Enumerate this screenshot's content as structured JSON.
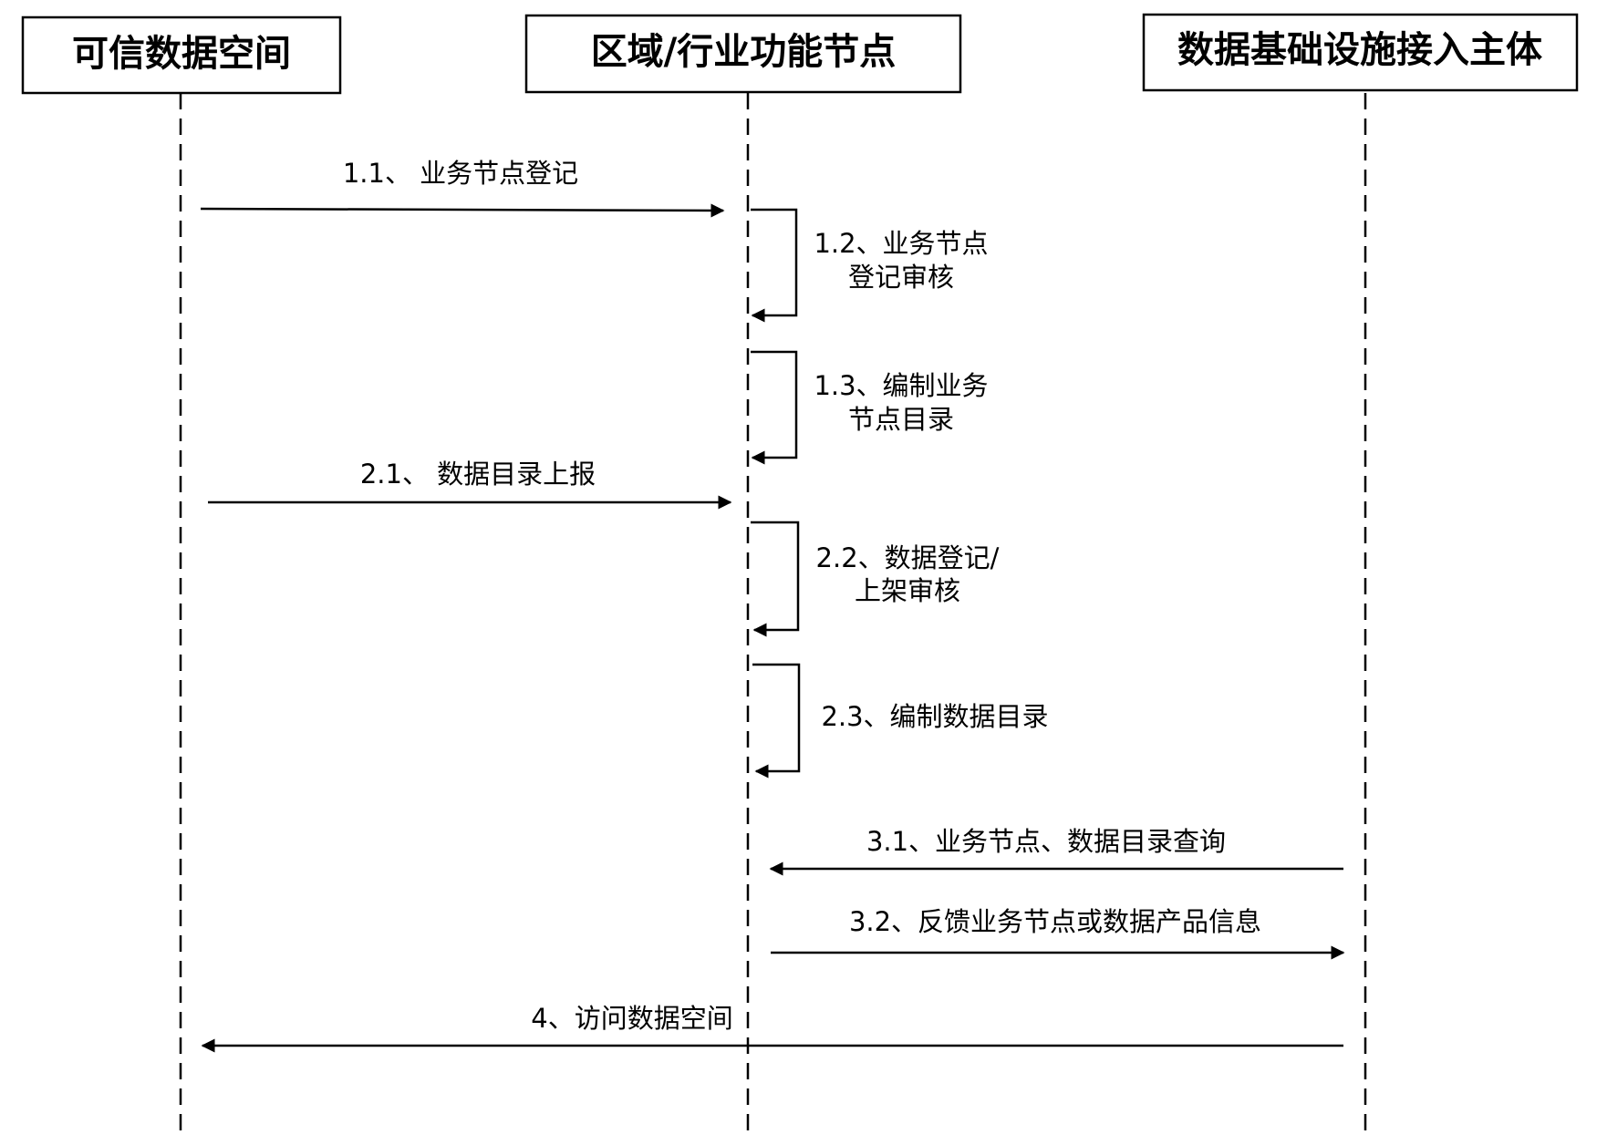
{
  "actors": [
    {
      "id": "a1",
      "label": "可信数据空间"
    },
    {
      "id": "a2",
      "label": "区域/行业功能节点"
    },
    {
      "id": "a3",
      "label": "数据基础设施接入主体"
    }
  ],
  "messages": [
    {
      "id": "m11",
      "lines": [
        "1.1、 业务节点登记"
      ]
    },
    {
      "id": "m12",
      "lines": [
        "1.2、业务节点",
        "登记审核"
      ]
    },
    {
      "id": "m13",
      "lines": [
        "1.3、编制业务",
        "节点目录"
      ]
    },
    {
      "id": "m21",
      "lines": [
        "2.1、 数据目录上报"
      ]
    },
    {
      "id": "m22",
      "lines": [
        "2.2、数据登记/",
        "上架审核"
      ]
    },
    {
      "id": "m23",
      "lines": [
        "2.3、编制数据目录"
      ]
    },
    {
      "id": "m31",
      "lines": [
        "3.1、业务节点、数据目录查询"
      ]
    },
    {
      "id": "m32",
      "lines": [
        "3.2、反馈业务节点或数据产品信息"
      ]
    },
    {
      "id": "m4",
      "lines": [
        "4、访问数据空间"
      ]
    }
  ]
}
